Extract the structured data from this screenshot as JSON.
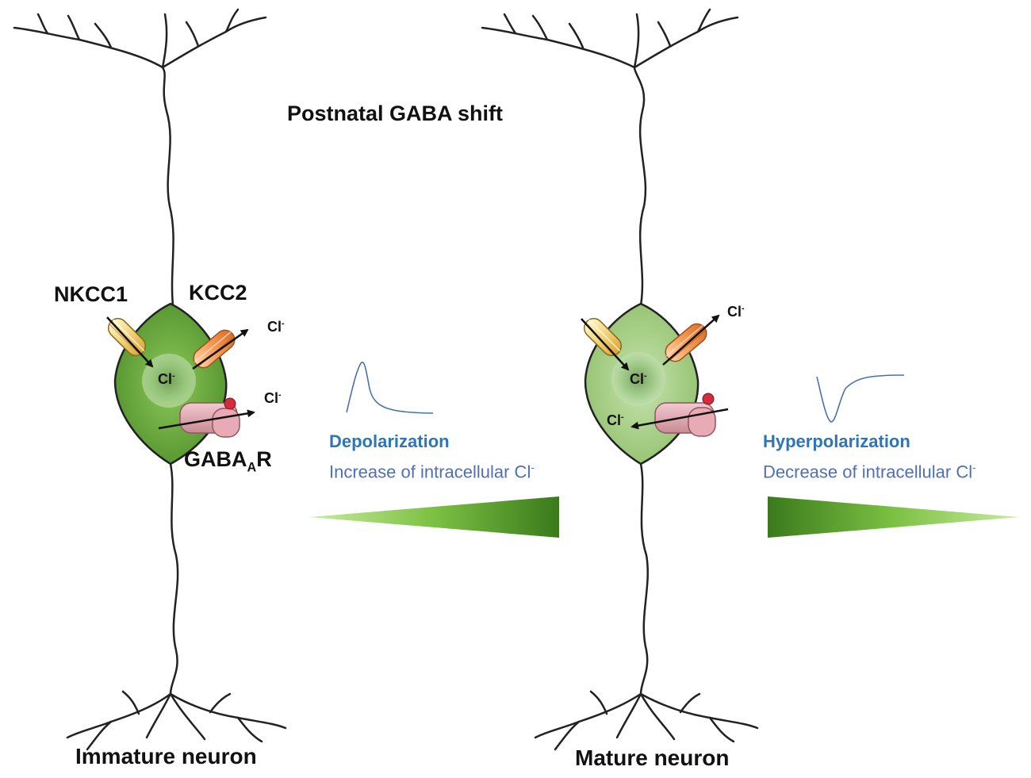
{
  "title": "Postnatal GABA shift",
  "left_neuron": {
    "caption": "Immature neuron",
    "nkcc1_label": "NKCC1",
    "kcc2_label": "KCC2",
    "gabaar_main": "GABA",
    "gabaar_sub": "A",
    "gabaar_suffix": "R",
    "cl_ion": "Cl",
    "cl_charge": "-",
    "soma_color": "#6aab3c"
  },
  "right_neuron": {
    "caption": "Mature neuron",
    "cl_ion": "Cl",
    "cl_charge": "-",
    "soma_color": "#a9d18e"
  },
  "left_effect": {
    "line1": "Depolarization",
    "line2_main": "Increase of intracellular Cl",
    "line2_charge": "-"
  },
  "right_effect": {
    "line1": "Hyperpolarization",
    "line2_main": "Decrease of intracellular Cl",
    "line2_charge": "-"
  },
  "colors": {
    "gradient_dark": "#3d7a1f",
    "gradient_light": "#b5e08a",
    "text_blue": "#2e75b6",
    "trace_blue": "#4a6fb5"
  }
}
